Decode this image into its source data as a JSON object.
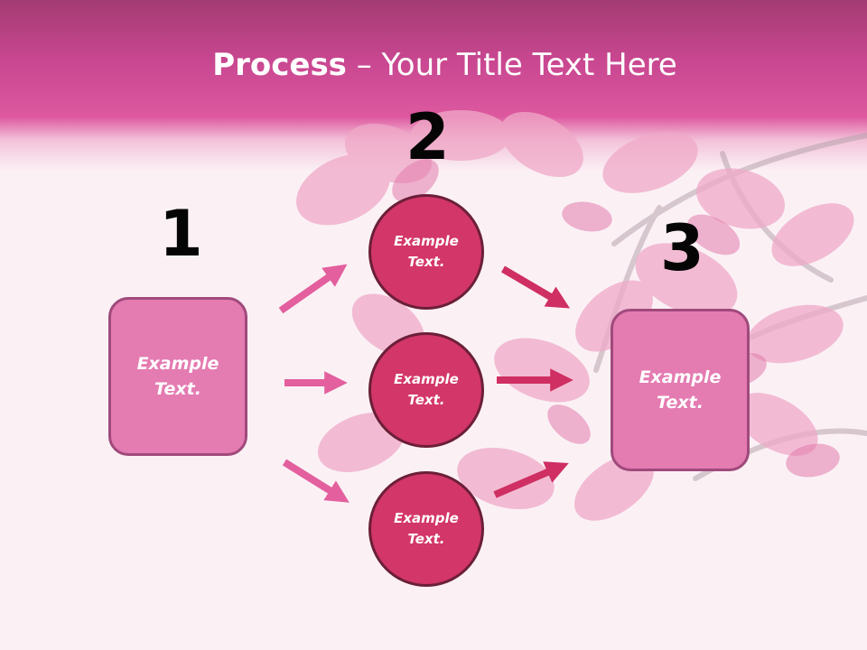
{
  "slide": {
    "title_bold": "Process",
    "title_rest": " – Your Title Text Here"
  },
  "steps": {
    "step1": {
      "number": "1",
      "box": {
        "line1": "Example",
        "line2": "Text."
      }
    },
    "step2": {
      "number": "2",
      "circles": [
        {
          "line1": "Example",
          "line2": "Text."
        },
        {
          "line1": "Example",
          "line2": "Text."
        },
        {
          "line1": "Example",
          "line2": "Text."
        }
      ]
    },
    "step3": {
      "number": "3",
      "box": {
        "line1": "Example",
        "line2": "Text."
      }
    }
  },
  "colors": {
    "header": "#c84790",
    "box_fill": "#e47bb1",
    "circle_fill": "#d33668",
    "arrow_left": "#e35f9e",
    "arrow_right": "#cf2f62"
  }
}
